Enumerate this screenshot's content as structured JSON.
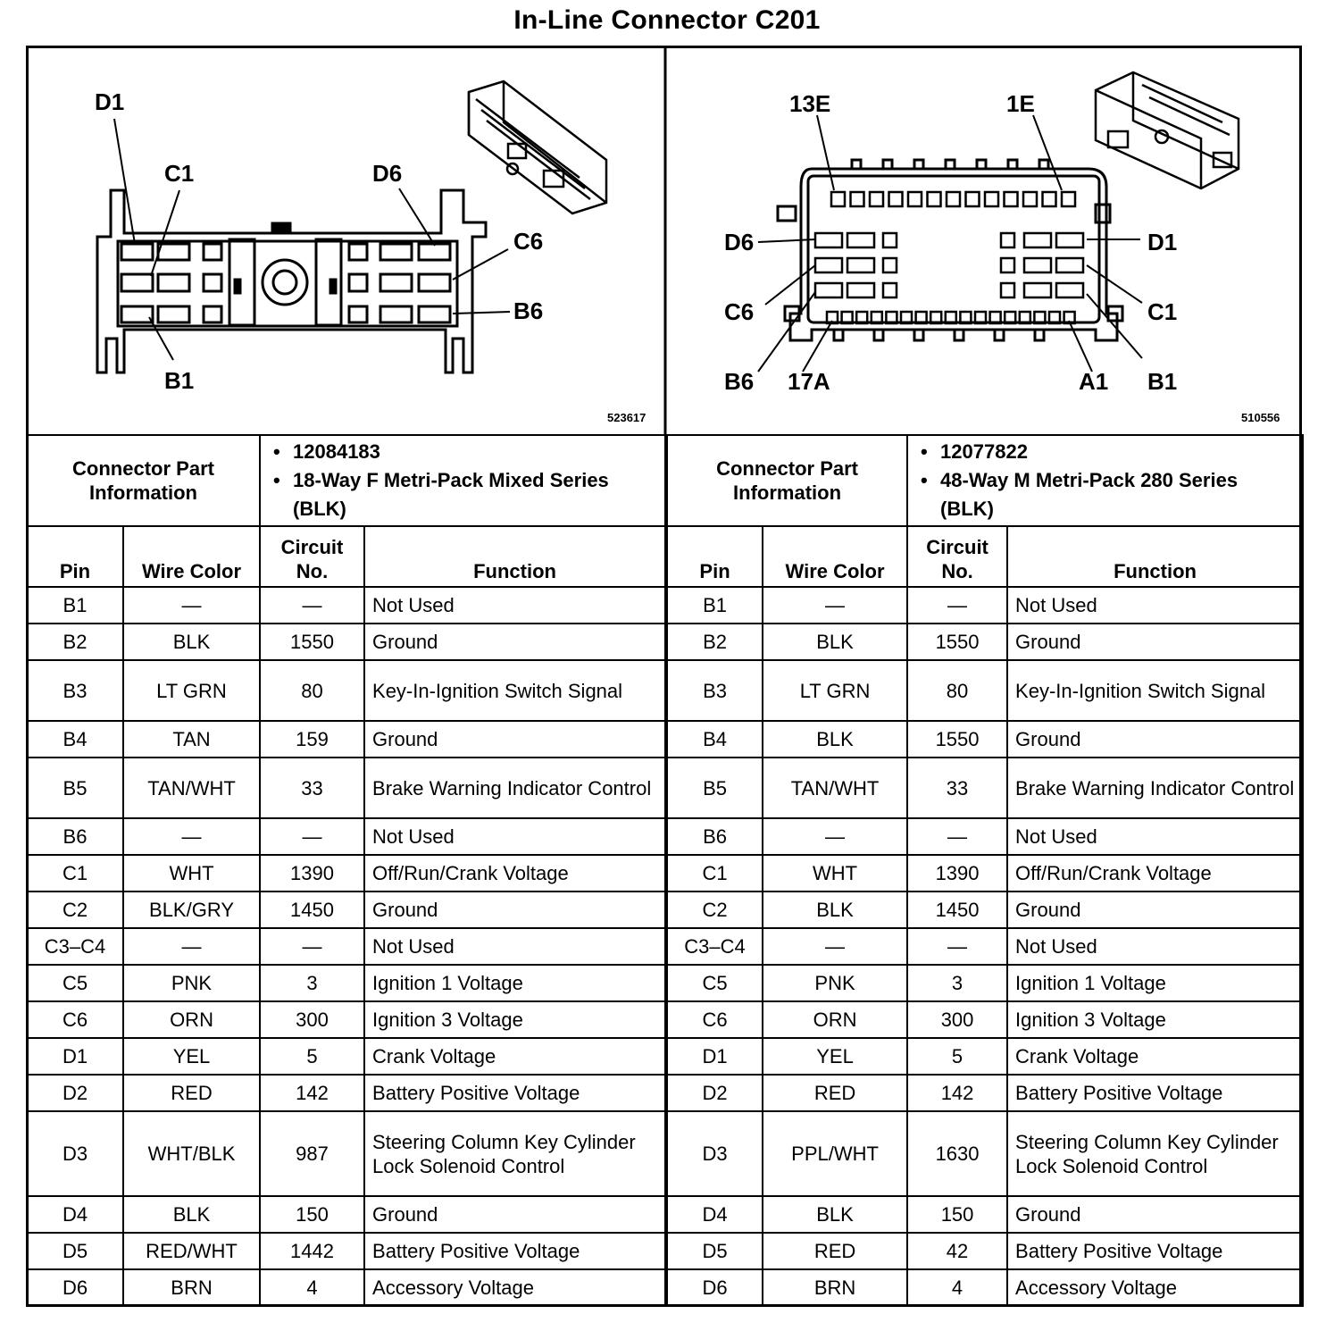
{
  "title": "In-Line Connector C201",
  "left": {
    "figure_id": "523617",
    "callouts": [
      "D1",
      "C1",
      "D6",
      "C6",
      "B6",
      "B1"
    ],
    "info_label": "Connector Part Information",
    "info": [
      "12084183",
      "18-Way F Metri-Pack Mixed Series (BLK)"
    ]
  },
  "right": {
    "figure_id": "510556",
    "callouts": [
      "13E",
      "1E",
      "D6",
      "D1",
      "C6",
      "C1",
      "B6",
      "17A",
      "A1",
      "B1"
    ],
    "info_label": "Connector Part Information",
    "info": [
      "12077822",
      "48-Way M Metri-Pack 280 Series (BLK)"
    ]
  },
  "headers": {
    "left": [
      "Pin",
      "Wire Color",
      "Circuit No.",
      "Function"
    ],
    "right": [
      "Pin",
      "Wire Color",
      "Circuit No.",
      "Function"
    ]
  },
  "rows": [
    {
      "pin": "B1",
      "l_color": "—",
      "l_circuit": "—",
      "l_func": "Not Used",
      "r_color": "—",
      "r_circuit": "—",
      "r_func": "Not Used"
    },
    {
      "pin": "B2",
      "l_color": "BLK",
      "l_circuit": "1550",
      "l_func": "Ground",
      "r_color": "BLK",
      "r_circuit": "1550",
      "r_func": "Ground"
    },
    {
      "pin": "B3",
      "l_color": "LT GRN",
      "l_circuit": "80",
      "l_func": "Key-In-Ignition Switch Signal",
      "r_color": "LT GRN",
      "r_circuit": "80",
      "r_func": "Key-In-Ignition Switch Signal"
    },
    {
      "pin": "B4",
      "l_color": "TAN",
      "l_circuit": "159",
      "l_func": "Ground",
      "r_color": "BLK",
      "r_circuit": "1550",
      "r_func": "Ground"
    },
    {
      "pin": "B5",
      "l_color": "TAN/WHT",
      "l_circuit": "33",
      "l_func": "Brake Warning Indicator Control",
      "r_color": "TAN/WHT",
      "r_circuit": "33",
      "r_func": "Brake Warning Indicator Control"
    },
    {
      "pin": "B6",
      "l_color": "—",
      "l_circuit": "—",
      "l_func": "Not Used",
      "r_color": "—",
      "r_circuit": "—",
      "r_func": "Not Used"
    },
    {
      "pin": "C1",
      "l_color": "WHT",
      "l_circuit": "1390",
      "l_func": "Off/Run/Crank Voltage",
      "r_color": "WHT",
      "r_circuit": "1390",
      "r_func": "Off/Run/Crank Voltage"
    },
    {
      "pin": "C2",
      "l_color": "BLK/GRY",
      "l_circuit": "1450",
      "l_func": "Ground",
      "r_color": "BLK",
      "r_circuit": "1450",
      "r_func": "Ground"
    },
    {
      "pin": "C3–C4",
      "l_color": "—",
      "l_circuit": "—",
      "l_func": "Not Used",
      "r_color": "—",
      "r_circuit": "—",
      "r_func": "Not Used"
    },
    {
      "pin": "C5",
      "l_color": "PNK",
      "l_circuit": "3",
      "l_func": "Ignition 1 Voltage",
      "r_color": "PNK",
      "r_circuit": "3",
      "r_func": "Ignition 1 Voltage"
    },
    {
      "pin": "C6",
      "l_color": "ORN",
      "l_circuit": "300",
      "l_func": "Ignition 3 Voltage",
      "r_color": "ORN",
      "r_circuit": "300",
      "r_func": "Ignition 3 Voltage"
    },
    {
      "pin": "D1",
      "l_color": "YEL",
      "l_circuit": "5",
      "l_func": "Crank Voltage",
      "r_color": "YEL",
      "r_circuit": "5",
      "r_func": "Crank Voltage"
    },
    {
      "pin": "D2",
      "l_color": "RED",
      "l_circuit": "142",
      "l_func": "Battery Positive Voltage",
      "r_color": "RED",
      "r_circuit": "142",
      "r_func": "Battery Positive Voltage"
    },
    {
      "pin": "D3",
      "l_color": "WHT/BLK",
      "l_circuit": "987",
      "l_func": "Steering Column Key Cylinder Lock Solenoid Control",
      "r_color": "PPL/WHT",
      "r_circuit": "1630",
      "r_func": "Steering Column Key Cylinder Lock Solenoid Control"
    },
    {
      "pin": "D4",
      "l_color": "BLK",
      "l_circuit": "150",
      "l_func": "Ground",
      "r_color": "BLK",
      "r_circuit": "150",
      "r_func": "Ground"
    },
    {
      "pin": "D5",
      "l_color": "RED/WHT",
      "l_circuit": "1442",
      "l_func": "Battery Positive Voltage",
      "r_color": "RED",
      "r_circuit": "42",
      "r_func": "Battery Positive Voltage"
    },
    {
      "pin": "D6",
      "l_color": "BRN",
      "l_circuit": "4",
      "l_func": "Accessory Voltage",
      "r_color": "BRN",
      "r_circuit": "4",
      "r_func": "Accessory Voltage"
    }
  ]
}
